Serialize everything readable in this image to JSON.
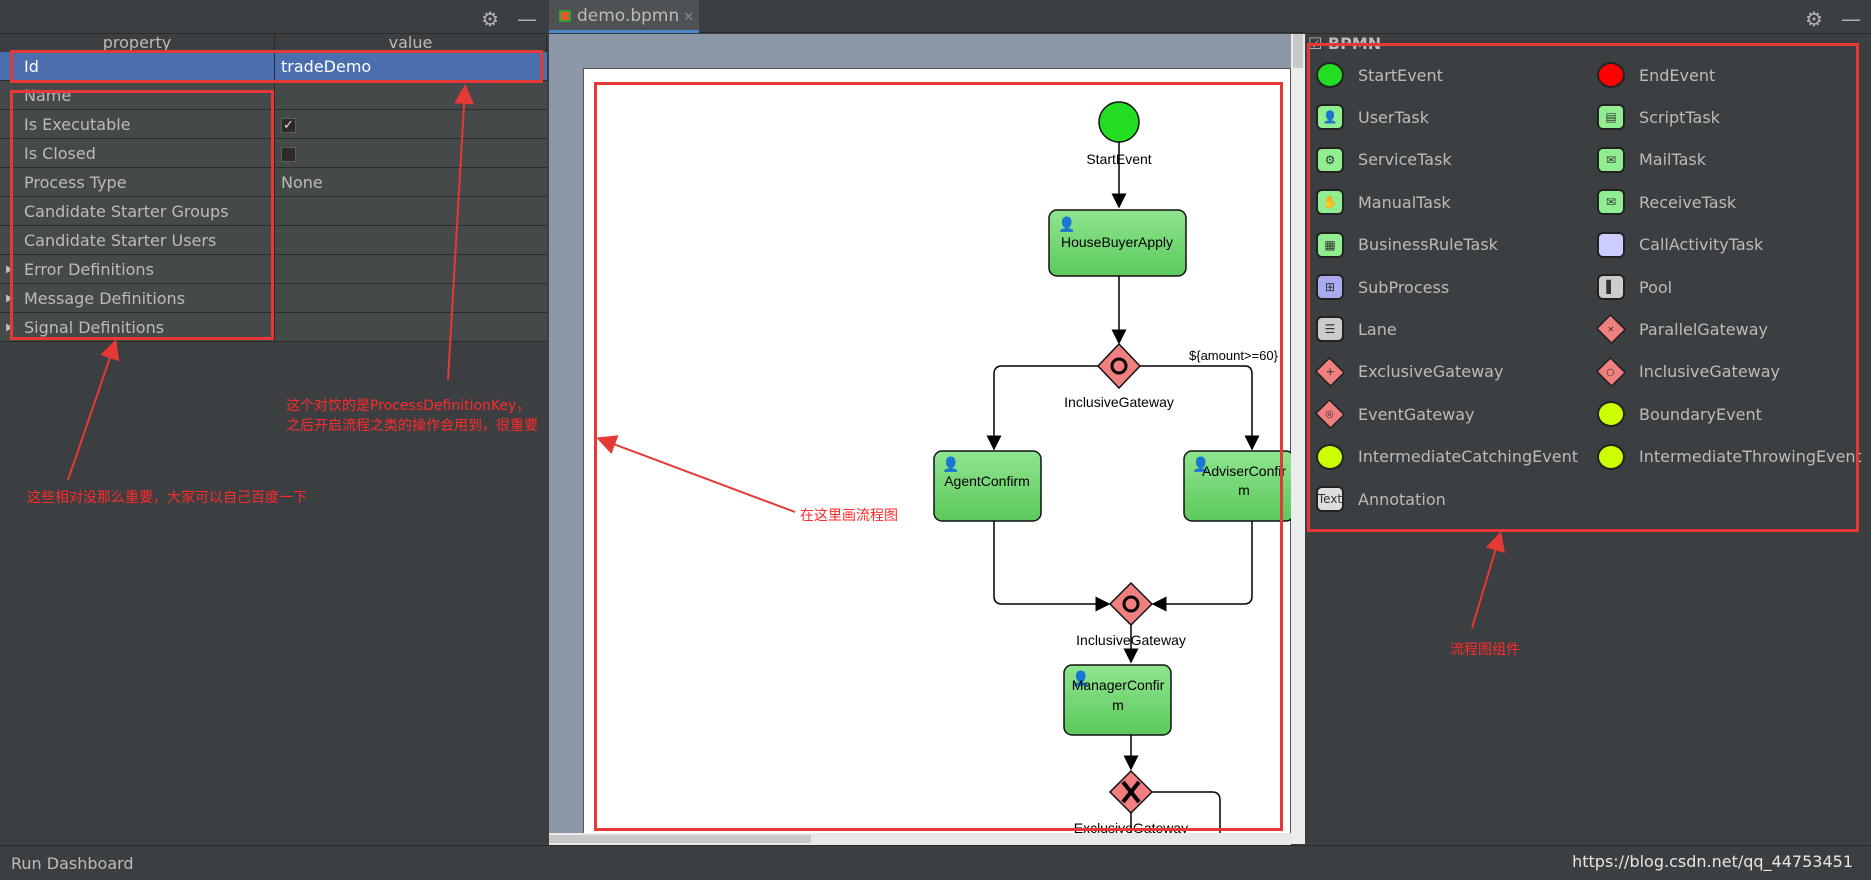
{
  "left_panel": {
    "columns": [
      "property",
      "value"
    ],
    "rows": [
      {
        "name": "Id",
        "value": "tradeDemo",
        "selected": true
      },
      {
        "name": "Name",
        "value": ""
      },
      {
        "name": "Is Executable",
        "value": "✓",
        "type": "checkbox-checked"
      },
      {
        "name": "Is Closed",
        "value": "",
        "type": "checkbox-empty"
      },
      {
        "name": "Process Type",
        "value": "None"
      },
      {
        "name": "Candidate Starter Groups",
        "value": ""
      },
      {
        "name": "Candidate Starter Users",
        "value": ""
      },
      {
        "name": "Error Definitions",
        "value": "",
        "expandable": true
      },
      {
        "name": "Message Definitions",
        "value": "",
        "expandable": true
      },
      {
        "name": "Signal Definitions",
        "value": "",
        "expandable": true
      }
    ]
  },
  "editor": {
    "tab_label": "demo.bpmn",
    "diagram": {
      "start_label": "StartEvent",
      "house_task": "HouseBuyerApply",
      "gateway1": "InclusiveGateway",
      "condition": "${amount>=60}",
      "agent_task": "AgentConfirm",
      "adviser_line1": "AdviserConfir",
      "adviser_line2": "m",
      "gateway2": "InclusiveGateway",
      "manager_line1": "ManagerConfir",
      "manager_line2": "m",
      "gateway3": "ExclusiveGateway"
    }
  },
  "palette": {
    "title": "BPMN",
    "items": [
      {
        "label": "StartEvent",
        "icon": "start-event-icon",
        "color": "#22dd22"
      },
      {
        "label": "EndEvent",
        "icon": "end-event-icon",
        "color": "#ff0000"
      },
      {
        "label": "UserTask",
        "icon": "user-task-icon",
        "color": "#90ee90"
      },
      {
        "label": "ScriptTask",
        "icon": "script-task-icon",
        "color": "#90ee90"
      },
      {
        "label": "ServiceTask",
        "icon": "service-task-icon",
        "color": "#90ee90"
      },
      {
        "label": "MailTask",
        "icon": "mail-task-icon",
        "color": "#90ee90"
      },
      {
        "label": "ManualTask",
        "icon": "manual-task-icon",
        "color": "#90ee90"
      },
      {
        "label": "ReceiveTask",
        "icon": "receive-task-icon",
        "color": "#90ee90"
      },
      {
        "label": "BusinessRuleTask",
        "icon": "business-rule-task-icon",
        "color": "#90ee90"
      },
      {
        "label": "CallActivityTask",
        "icon": "call-activity-icon",
        "color": "#ccccff"
      },
      {
        "label": "SubProcess",
        "icon": "subprocess-icon",
        "color": "#aaaaee"
      },
      {
        "label": "Pool",
        "icon": "pool-icon",
        "color": "#cccccc"
      },
      {
        "label": "Lane",
        "icon": "lane-icon",
        "color": "#cccccc"
      },
      {
        "label": "ParallelGateway",
        "icon": "parallel-gateway-icon",
        "color": "#f08080"
      },
      {
        "label": "ExclusiveGateway",
        "icon": "exclusive-gateway-icon",
        "color": "#f08080"
      },
      {
        "label": "InclusiveGateway",
        "icon": "inclusive-gateway-icon",
        "color": "#f08080"
      },
      {
        "label": "EventGateway",
        "icon": "event-gateway-icon",
        "color": "#f08080"
      },
      {
        "label": "BoundaryEvent",
        "icon": "boundary-event-icon",
        "color": "#ccff00"
      },
      {
        "label": "IntermediateCatchingEvent",
        "icon": "catching-event-icon",
        "color": "#ccff00"
      },
      {
        "label": "IntermediateThrowingEvent",
        "icon": "throwing-event-icon",
        "color": "#ccff00"
      },
      {
        "label": "Annotation",
        "icon": "annotation-icon",
        "color": "#dddddd"
      }
    ]
  },
  "annotations": {
    "note_key_line1": "这个对饮的是ProcessDefinitionKey，",
    "note_key_line2": "之后开启流程之类的操作会用到，很重要",
    "note_less_important": "这些相对没那么重要，大家可以自己百度一下",
    "note_draw_here": "在这里画流程图",
    "note_components": "流程图组件",
    "annotation_color": "#e53935"
  },
  "statusbar": {
    "left": "Run Dashboard",
    "url": "https://blog.csdn.net/qq_44753451"
  }
}
